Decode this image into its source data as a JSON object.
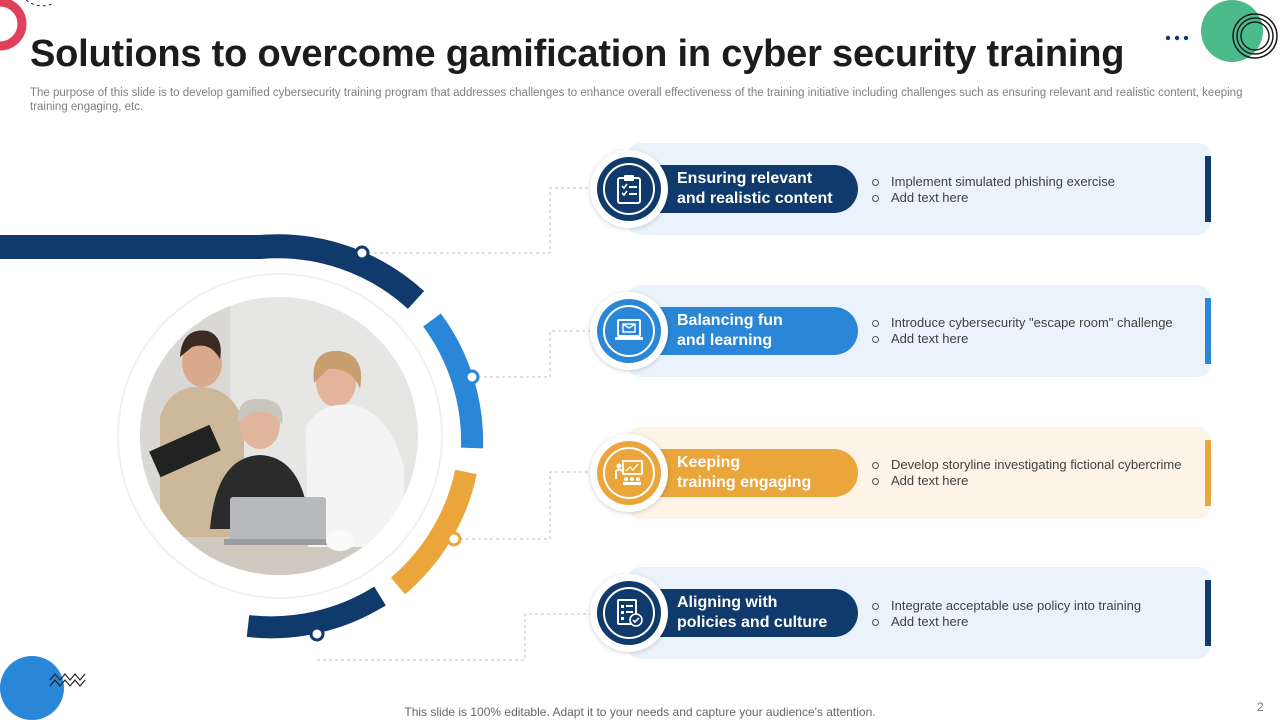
{
  "title": "Solutions to overcome gamification in cyber security training",
  "subtitle": "The purpose of this slide is to develop gamified cybersecurity training program that addresses challenges to enhance overall effectiveness of the training initiative including challenges such as ensuring relevant and realistic content, keeping training engaging, etc.",
  "footer": "This slide is 100% editable. Adapt it to your needs and capture your audience's attention.",
  "page_number": "2",
  "colors": {
    "navy": "#0f3a6b",
    "blue": "#2a86d6",
    "orange": "#eaa53b",
    "light_blue_bg": "#eaf3fb",
    "light_orange_bg": "#fdf4e7"
  },
  "items": [
    {
      "label": "Ensuring relevant\nand realistic  content",
      "icon": "clipboard-checklist-icon",
      "color": "#0f3a6b",
      "bullets": [
        "Implement  simulated phishing exercise",
        "Add text here"
      ]
    },
    {
      "label": "Balancing fun\nand learning",
      "icon": "laptop-mail-icon",
      "color": "#2a86d6",
      "bullets": [
        "Introduce  cybersecurity \"escape room\" challenge",
        "Add text here"
      ]
    },
    {
      "label": "Keeping\ntraining engaging",
      "icon": "presentation-board-icon",
      "color": "#eaa53b",
      "bullets": [
        "Develop  storyline investigating  fictional cybercrime",
        "Add text here"
      ]
    },
    {
      "label": "Aligning with\npolicies and culture",
      "icon": "policy-document-check-icon",
      "color": "#0f3a6b",
      "bullets": [
        "Integrate  acceptable use policy into training",
        "Add text here"
      ]
    }
  ]
}
